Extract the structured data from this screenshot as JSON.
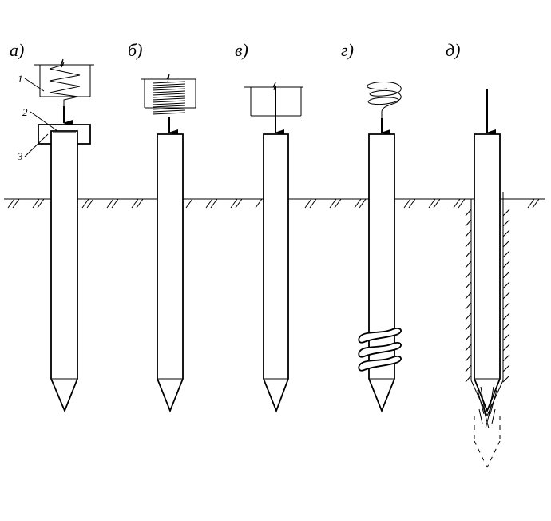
{
  "panels": [
    {
      "label": "а)"
    },
    {
      "label": "б)"
    },
    {
      "label": "в)"
    },
    {
      "label": "г)"
    },
    {
      "label": "д)"
    }
  ],
  "callouts": [
    "1",
    "2",
    "3"
  ]
}
